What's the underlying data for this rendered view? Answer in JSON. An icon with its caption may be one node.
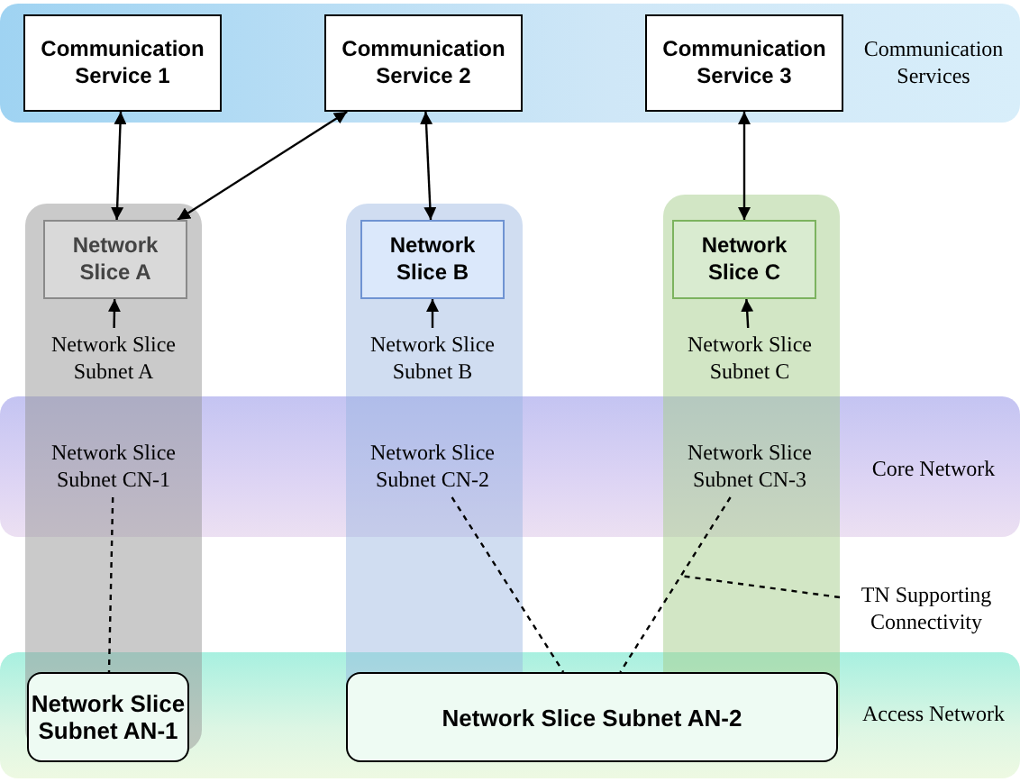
{
  "diagram": {
    "nodes": [
      {
        "text": [
          "Communication Services"
        ]
      },
      {
        "text": [
          "Communication Service 1"
        ],
        "in": 0
      },
      {
        "text": [
          "Communication Service 2"
        ],
        "in": 0
      },
      {
        "text": [
          "Communication Service 3"
        ],
        "in": 0
      },
      {
        "text": [
          "Network Slice A"
        ]
      },
      {
        "text": [
          "Network Slice B"
        ]
      },
      {
        "text": [
          "Network Slice C"
        ]
      },
      {
        "text": [
          "Network Slice Subnet A"
        ]
      },
      {
        "text": [
          "Network Slice Subnet B"
        ]
      },
      {
        "text": [
          "Network Slice Subnet C"
        ]
      },
      {
        "text": [
          "Core Network"
        ]
      },
      {
        "text": [
          "Network Slice Subnet CN-1"
        ],
        "in": 10
      },
      {
        "text": [
          "Network Slice Subnet CN-2"
        ],
        "in": 10
      },
      {
        "text": [
          "Network Slice Subnet CN-3"
        ],
        "in": 10
      },
      {
        "text": [
          "Access Network"
        ]
      },
      {
        "text": [
          "Network Slice Subnet AN-1"
        ],
        "in": 14
      },
      {
        "text": [
          "Network Slice Subnet AN-2"
        ],
        "in": 14
      },
      {
        "text": [
          "TN Supporting Connectivity"
        ]
      }
    ],
    "edges": [
      {
        "from": 1,
        "to": 4,
        "arrow": "both"
      },
      {
        "from": 2,
        "to": 4,
        "arrow": "both"
      },
      {
        "from": 2,
        "to": 5,
        "arrow": "both"
      },
      {
        "from": 3,
        "to": 6,
        "arrow": "both"
      },
      {
        "from": 7,
        "to": 4,
        "arrow": "to"
      },
      {
        "from": 8,
        "to": 5,
        "arrow": "to"
      },
      {
        "from": 9,
        "to": 6,
        "arrow": "to"
      },
      {
        "from": 11,
        "to": 15,
        "arrow": "none",
        "style": "dashed"
      },
      {
        "from": 12,
        "to": 16,
        "arrow": "none",
        "style": "dashed"
      },
      {
        "from": 13,
        "to": 16,
        "arrow": "none",
        "style": "dashed"
      },
      {
        "from": 17,
        "to": null,
        "arrow": "none",
        "style": "dashed"
      }
    ]
  }
}
